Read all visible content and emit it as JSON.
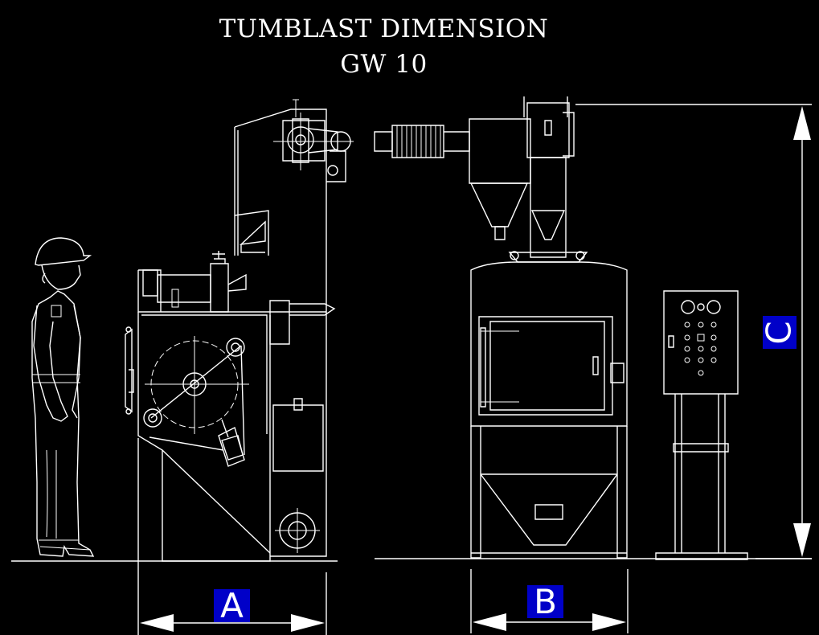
{
  "title": "TUMBLAST DIMENSION",
  "model": "GW 10",
  "dimensions": {
    "a_label": "A",
    "b_label": "B",
    "c_label": "C"
  },
  "colors": {
    "background": "#000000",
    "lines": "#ffffff",
    "label_box": "#0000c8"
  }
}
